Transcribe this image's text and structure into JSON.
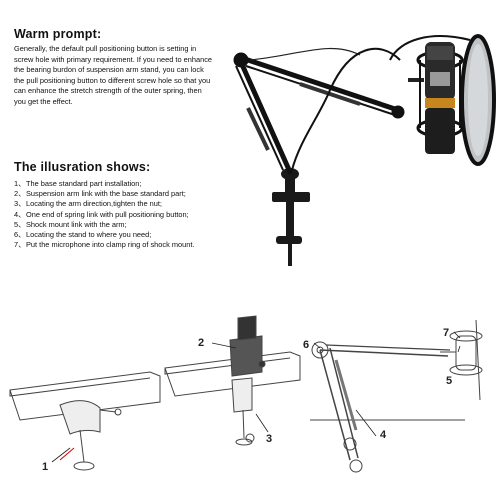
{
  "warm": {
    "title": "Warm prompt:",
    "text": "Generally, the default pull positioning  button is setting in screw hole with primary requirement. If you need to enhance the bearing burdon of suspension arm stand, you can lock the pull positioning button to different screw hole so that you can enhance the stretch strength of the outer spring, then you get the effect."
  },
  "illus": {
    "title": "The illusration shows:",
    "steps": [
      {
        "num": "1、",
        "text": "The base standard part installation;"
      },
      {
        "num": "2、",
        "text": "Suspension arm link with the base standard part;"
      },
      {
        "num": "3、",
        "text": "Locating the arm direction,tighten the nut;"
      },
      {
        "num": "4、",
        "text": "One end of spring link with pull positioning button;"
      },
      {
        "num": "5、",
        "text": "Shock mount link with the arm;"
      },
      {
        "num": "6、",
        "text": "Locating the stand to where you need;"
      },
      {
        "num": "7、",
        "text": "Put the microphone into clamp ring of shock mount."
      }
    ]
  },
  "callouts": {
    "c1": "1",
    "c2": "2",
    "c3": "3",
    "c4": "4",
    "c5": "5",
    "c6": "6",
    "c7": "7"
  }
}
